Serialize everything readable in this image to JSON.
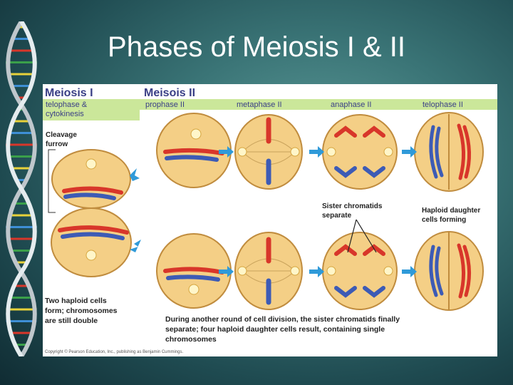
{
  "slide": {
    "title": "Phases of Meiosis I & II"
  },
  "figure": {
    "heading_meiosis1": "Meiosis I",
    "heading_meiosis2": "Meisois II",
    "phases": [
      "telophase &",
      "cytokinesis",
      "prophase II",
      "metaphase II",
      "anaphase II",
      "telophase II"
    ],
    "label_cleavage_1": "Cleavage",
    "label_cleavage_2": "furrow",
    "label_sister_1": "Sister chromatids",
    "label_sister_2": "separate",
    "label_haploid_1": "Haploid daughter",
    "label_haploid_2": "cells forming",
    "note_left": [
      "Two haploid cells",
      "form; chromosomes",
      "are still double"
    ],
    "note_bottom": [
      "During another round of cell division, the sister chromatids finally",
      "separate; four haploid daughter cells result, containing single",
      "chromosomes"
    ],
    "copyright": "Copyright © Pearson Education, Inc., publishing as Benjamin Cummings."
  },
  "colors": {
    "heading": "#3a3f86",
    "phase_bar": "#cbe79a",
    "cell_fill": "#f4cf86",
    "cell_edge": "#c08c3e",
    "chrom_red": "#d8362a",
    "chrom_blue": "#3d5bb5",
    "arrow": "#2f9ad9"
  }
}
